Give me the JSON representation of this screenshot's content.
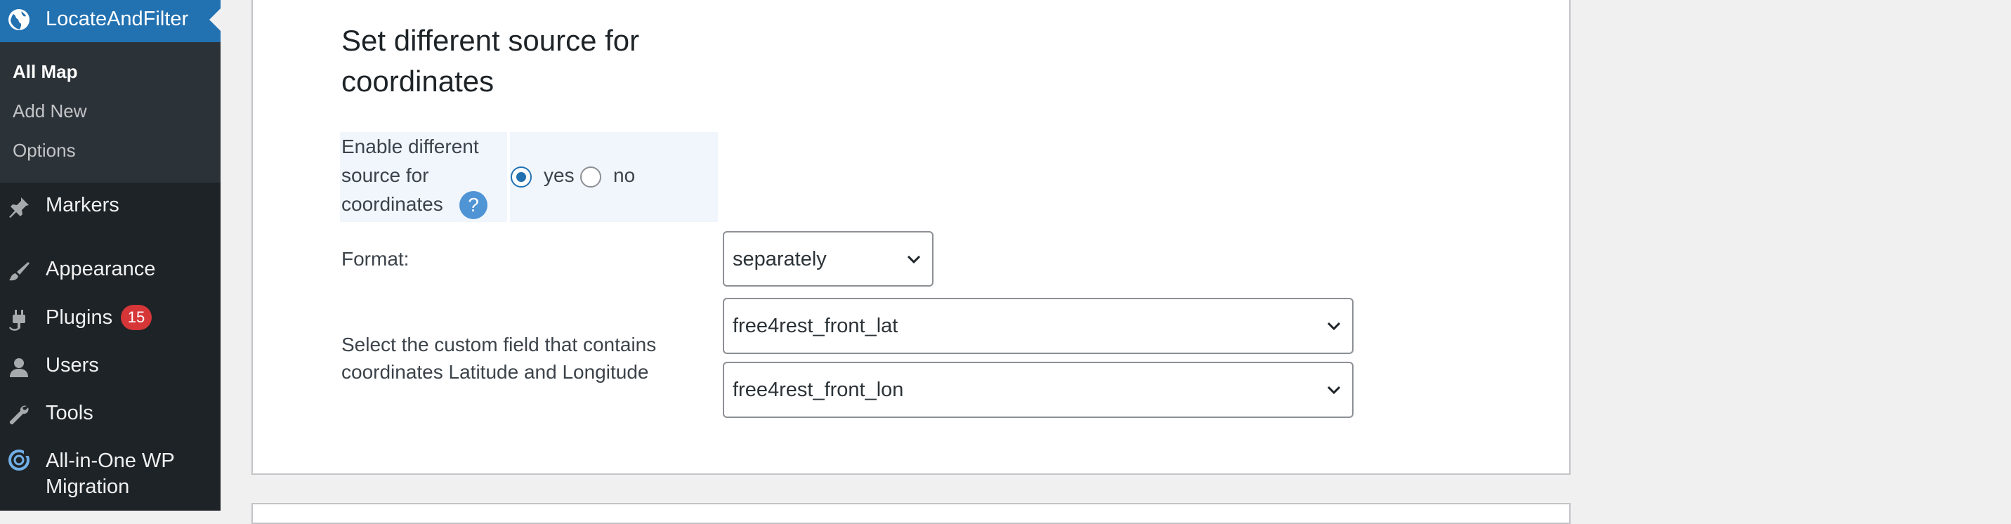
{
  "sidebar": {
    "current_menu": {
      "label": "LocateAndFilter",
      "icon": "globe-icon"
    },
    "submenu": [
      {
        "label": "All Map",
        "active": true
      },
      {
        "label": "Add New",
        "active": false
      },
      {
        "label": "Options",
        "active": false
      }
    ],
    "items": [
      {
        "label": "Markers",
        "icon": "pushpin-icon"
      },
      {
        "label": "Appearance",
        "icon": "paintbrush-icon"
      },
      {
        "label": "Plugins",
        "icon": "plugin-icon",
        "badge": "15"
      },
      {
        "label": "Users",
        "icon": "user-icon"
      },
      {
        "label": "Tools",
        "icon": "wrench-icon"
      },
      {
        "label": "All-in-One WP",
        "label_line2": "Migration",
        "icon": "migration-icon"
      }
    ]
  },
  "section": {
    "title_line1": "Set different source for",
    "title_line2": "coordinates"
  },
  "enable_source": {
    "label_line1": "Enable different",
    "label_line2": "source for",
    "label_line3": "coordinates",
    "help_symbol": "?",
    "options": [
      {
        "label": "yes",
        "checked": true
      },
      {
        "label": "no",
        "checked": false
      }
    ]
  },
  "format": {
    "label": "Format:",
    "value": "separately"
  },
  "custom_field": {
    "label_line1": "Select the custom field that contains",
    "label_line2": "coordinates Latitude and Longitude",
    "lat_value": "free4rest_front_lat",
    "lon_value": "free4rest_front_lon"
  },
  "colors": {
    "sidebar_bg": "#1d2327",
    "accent": "#2271b1",
    "badge": "#d63638",
    "help": "#4f94d4"
  }
}
